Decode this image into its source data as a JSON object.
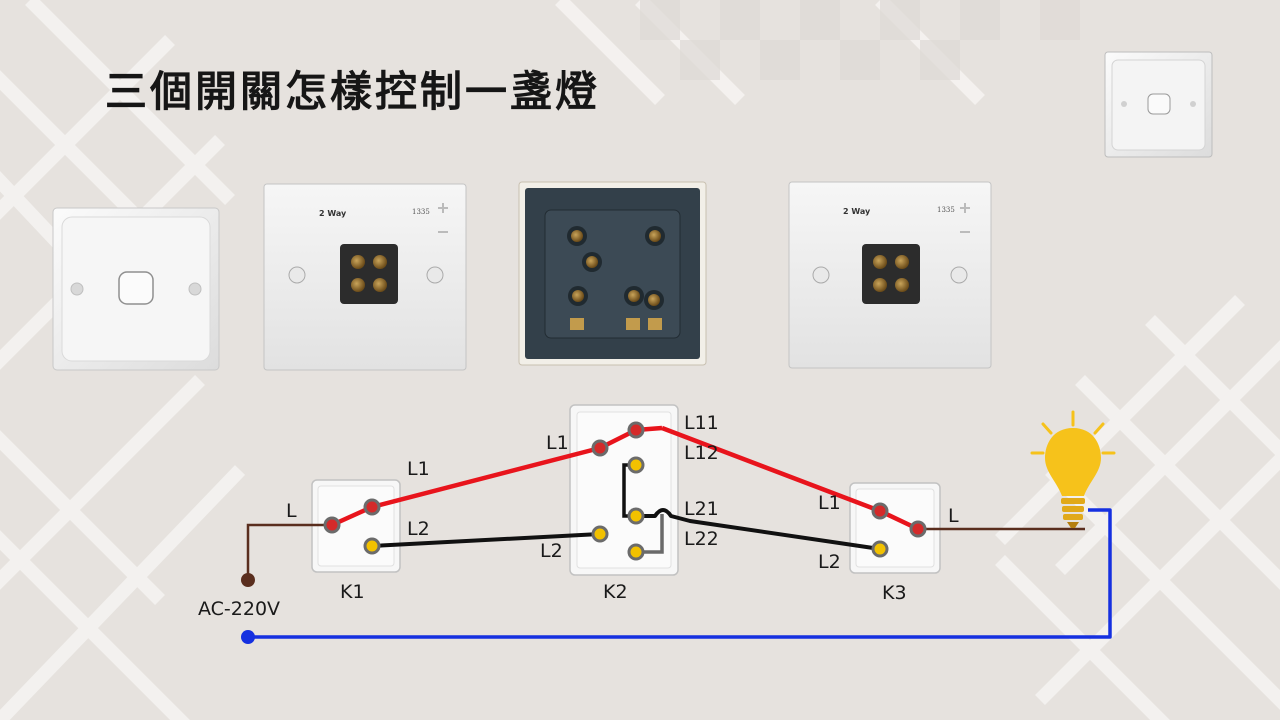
{
  "title": "三個開關怎樣控制一盞燈",
  "back_plate_label": "2 Way",
  "back_plate_code": "1335",
  "supply_label": "AC-220V",
  "switches": {
    "k1": {
      "name": "K1",
      "terminal_l": "L",
      "terminal_1": "L1",
      "terminal_2": "L2"
    },
    "k2": {
      "name": "K2",
      "in_1": "L1",
      "in_2": "L2",
      "out_11": "L11",
      "out_12": "L12",
      "out_21": "L21",
      "out_22": "L22"
    },
    "k3": {
      "name": "K3",
      "terminal_l": "L",
      "terminal_1": "L1",
      "terminal_2": "L2"
    }
  },
  "colors": {
    "background": "#e6e2de",
    "live_wire": "#e8141c",
    "traveler_wire": "#111111",
    "neutral_wire": "#1530e0",
    "brown_wire": "#5a2e1e",
    "terminal_red": "#d42a2a",
    "terminal_yellow": "#f2c100",
    "bulb": "#f6c21b",
    "k2_module": "#2f3a42"
  },
  "icons": [
    "light-bulb-icon",
    "switch-plate-icon",
    "switch-back-icon",
    "intermediate-switch-icon"
  ]
}
